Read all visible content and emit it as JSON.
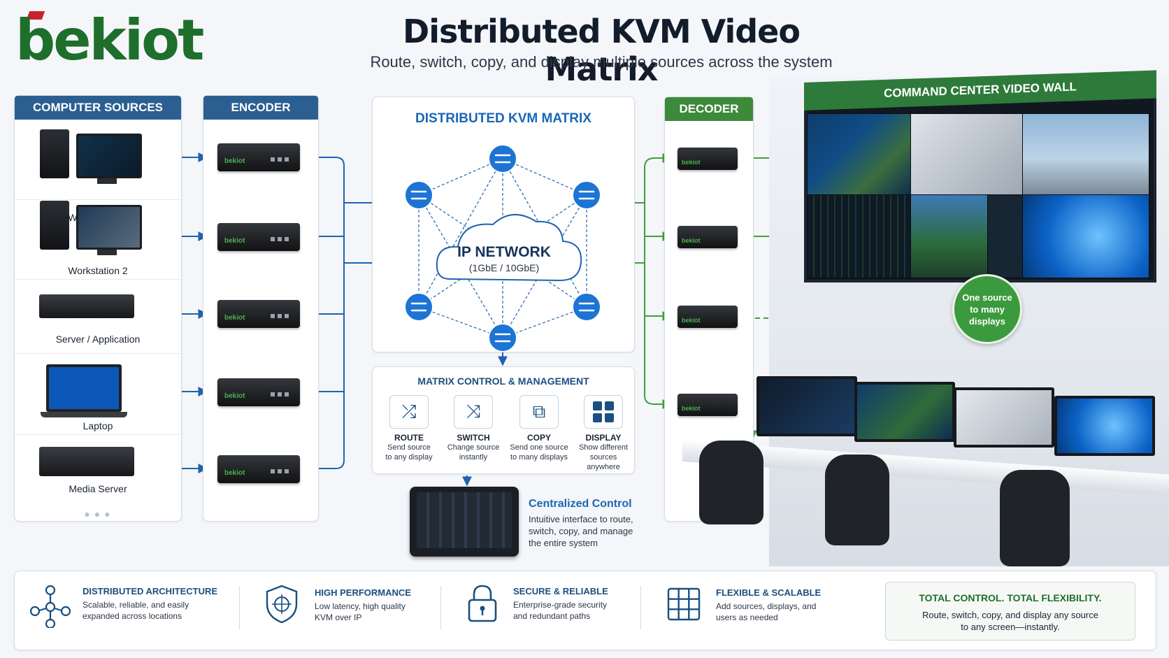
{
  "brand": {
    "logo_text": "bekiot",
    "logo_color": "#1e6f2c",
    "accent_color": "#c8232c"
  },
  "header": {
    "title": "Distributed KVM Video Matrix",
    "subtitle": "Route, switch, copy, and display multiple sources across the system"
  },
  "sources": {
    "title": "COMPUTER SOURCES",
    "items": [
      {
        "label": "Workstation 1"
      },
      {
        "label": "Workstation 2"
      },
      {
        "label": "Server / Application"
      },
      {
        "label": "Laptop"
      },
      {
        "label": "Media Server"
      }
    ]
  },
  "encoder": {
    "title": "ENCODER",
    "brand_mark": "bekiot"
  },
  "matrix": {
    "title": "DISTRIBUTED KVM MATRIX",
    "network_title": "IP NETWORK",
    "network_sub": "(1GbE / 10GbE)"
  },
  "control": {
    "title": "MATRIX CONTROL & MANAGEMENT",
    "items": [
      {
        "label": "ROUTE",
        "desc1": "Send source",
        "desc2": "to any display",
        "icon": "route-icon"
      },
      {
        "label": "SWITCH",
        "desc1": "Change source",
        "desc2": "instantly",
        "icon": "switch-icon"
      },
      {
        "label": "COPY",
        "desc1": "Send one source",
        "desc2": "to many displays",
        "icon": "copy-icon"
      },
      {
        "label": "DISPLAY",
        "desc1": "Show different",
        "desc2": "sources anywhere",
        "icon": "display-icon"
      }
    ]
  },
  "centralized": {
    "title": "Centralized Control",
    "line1": "Intuitive interface to route,",
    "line2": "switch, copy, and manage",
    "line3": "the entire system"
  },
  "decoder": {
    "title": "DECODER",
    "brand_mark": "bekiot"
  },
  "video_wall": {
    "title": "COMMAND CENTER VIDEO WALL"
  },
  "badge": {
    "line1": "One source",
    "line2": "to many",
    "line3": "displays"
  },
  "features": [
    {
      "title": "DISTRIBUTED ARCHITECTURE",
      "line1": "Scalable, reliable, and easily",
      "line2": "expanded across locations",
      "icon": "network-tree-icon"
    },
    {
      "title": "HIGH PERFORMANCE",
      "line1": "Low latency, high quality",
      "line2": "KVM over IP",
      "icon": "shield-icon"
    },
    {
      "title": "SECURE & RELIABLE",
      "line1": "Enterprise-grade security",
      "line2": "and redundant paths",
      "icon": "lock-icon"
    },
    {
      "title": "FLEXIBLE & SCALABLE",
      "line1": "Add sources, displays, and",
      "line2": "users as needed",
      "icon": "grid-icon"
    }
  ],
  "total": {
    "title": "TOTAL CONTROL. TOTAL FLEXIBILITY.",
    "line1": "Route, switch, copy, and display any source",
    "line2": "to any screen—instantly."
  },
  "colors": {
    "primary_blue": "#2b5f92",
    "accent_blue": "#1a66b8",
    "green": "#3c8a3a",
    "arrow_blue": "#1e63b0",
    "arrow_green": "#3fa03c"
  }
}
